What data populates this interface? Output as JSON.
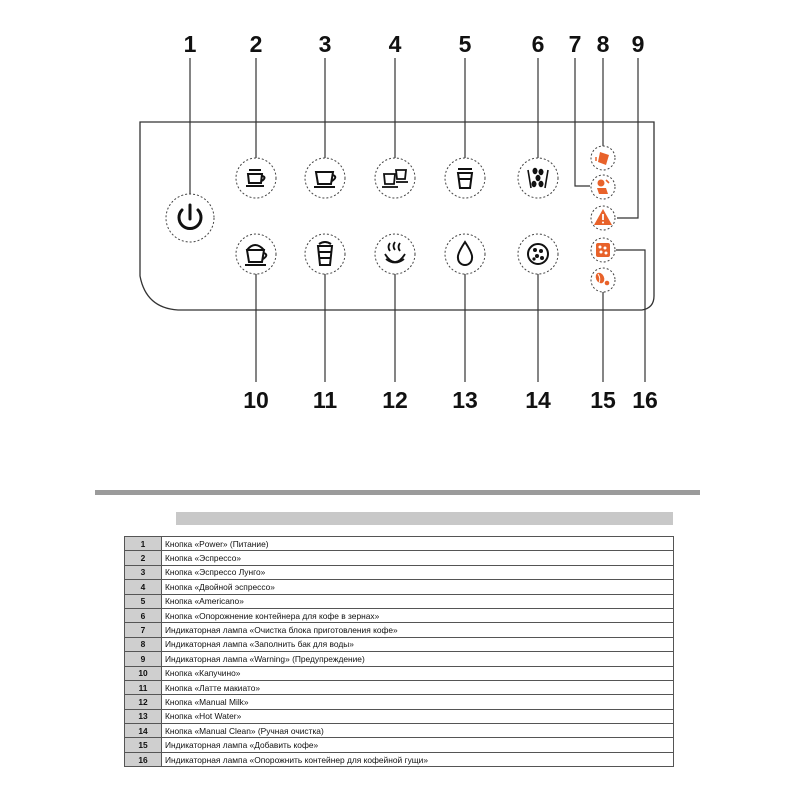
{
  "callouts": {
    "top": [
      "1",
      "2",
      "3",
      "4",
      "5",
      "6",
      "7",
      "8",
      "9"
    ],
    "bottom": [
      "10",
      "11",
      "12",
      "13",
      "14",
      "15",
      "16"
    ]
  },
  "icons": {
    "power": "power-icon",
    "espresso": "espresso-cup-icon",
    "espresso_lungo": "lungo-cup-icon",
    "double_espresso": "double-espresso-icon",
    "americano": "americano-glass-icon",
    "bean_container_empty": "coffee-beans-icon",
    "cappuccino": "cappuccino-cup-icon",
    "latte_macchiato": "latte-glass-icon",
    "manual_milk": "milk-steam-icon",
    "hot_water": "water-drop-icon",
    "manual_clean": "manual-clean-icon",
    "brew_unit_clean": "brew-unit-clean-icon",
    "fill_tank": "fill-water-tank-icon",
    "warning": "warning-triangle-icon",
    "add_coffee": "add-coffee-icon",
    "grounds_container": "grounds-container-icon"
  },
  "colors": {
    "indicator": "#e8622a",
    "outline": "#333333"
  },
  "legend": {
    "rows": [
      {
        "n": "1",
        "text": "Кнопка «Power» (Питание)"
      },
      {
        "n": "2",
        "text": "Кнопка «Эспрессо»"
      },
      {
        "n": "3",
        "text": "Кнопка «Эспрессо Лунго»"
      },
      {
        "n": "4",
        "text": "Кнопка «Двойной эспрессо»"
      },
      {
        "n": "5",
        "text": "Кнопка «Americano»"
      },
      {
        "n": "6",
        "text": "Кнопка «Опорожнение контейнера для кофе в зернах»"
      },
      {
        "n": "7",
        "text": "Индикаторная лампа «Очистка блока приготовления кофе»"
      },
      {
        "n": "8",
        "text": "Индикаторная лампа «Заполнить бак для воды»"
      },
      {
        "n": "9",
        "text": "Индикаторная лампа «Warning» (Предупреждение)"
      },
      {
        "n": "10",
        "text": "Кнопка «Капучино»"
      },
      {
        "n": "11",
        "text": "Кнопка «Латте макиато»"
      },
      {
        "n": "12",
        "text": "Кнопка «Manual Milk»"
      },
      {
        "n": "13",
        "text": "Кнопка «Hot Water»"
      },
      {
        "n": "14",
        "text": "Кнопка «Manual Clean» (Ручная очистка)"
      },
      {
        "n": "15",
        "text": "Индикаторная лампа «Добавить кофе»"
      },
      {
        "n": "16",
        "text": "Индикаторная лампа «Опорожнить контейнер для кофейной гущи»"
      }
    ]
  }
}
